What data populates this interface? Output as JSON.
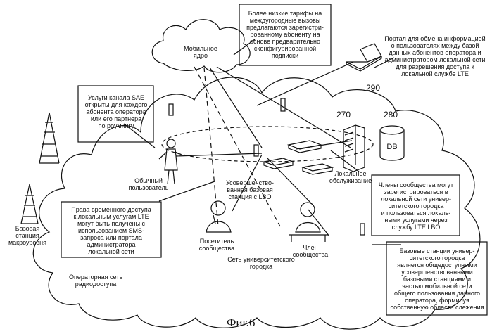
{
  "labels": {
    "mobile_core": "Мобильное ядро",
    "lower_tariffs": "Более низкие тарифы на\nмеждугородные вызовы\nпредлагаются зарегистри-\nрованному абоненту на\nоснове предварительно\nсконфигурированной\nподписки",
    "portal": "Портал для обмена информацией\nо пользователях между базой\nданных абонентов оператора и\nадминистратором локальной сети\nдля разрешения доступа к\nлокальной службе LTE",
    "sae_services": "Услуги канала SAE\nоткрыты для каждого\nабонента оператора\nили его партнера\nпо роумингу",
    "ordinary_user": "Обычный\nпользователь",
    "local_service": "Локальное\nобслуживание",
    "enhanced_bs": "Усовершенство-\nванная базовая\nстанция с LBO",
    "temp_access": "Права временного доступа\nк локальным услугам LTE\nмогут быть получены с\nиспользованием SMS-\nзапроса или портала\nадминистратора\nлокальной сети",
    "community_members_note": "Члены сообщества могут\nзарегистрироваться в\nлокальной сети универ-\nситетского городка\nи пользоваться локаль-\nными услугами через\nслужбу LTE LBO",
    "macro_bs": "Базовая\nстанция\nмакроуровня",
    "visitor": "Посетитель\nсообщества",
    "member": "Член\nсообщества",
    "campus_network": "Сеть университетского\nгородка",
    "operator_ran": "Операторная сеть\nрадиодоступа",
    "campus_bs_note": "Базовые станции универ-\nситетского городка\nявляется общедоступными\nусовершенствованными\nбазовыми станциями и\nчастью мобильной сети\nобщего пользования данного\nоператора, формируя\nсобственную область слежения",
    "db": "DB"
  },
  "numbers": {
    "n290": "290",
    "n270": "270",
    "n280": "280"
  },
  "caption": "Фиг.6"
}
